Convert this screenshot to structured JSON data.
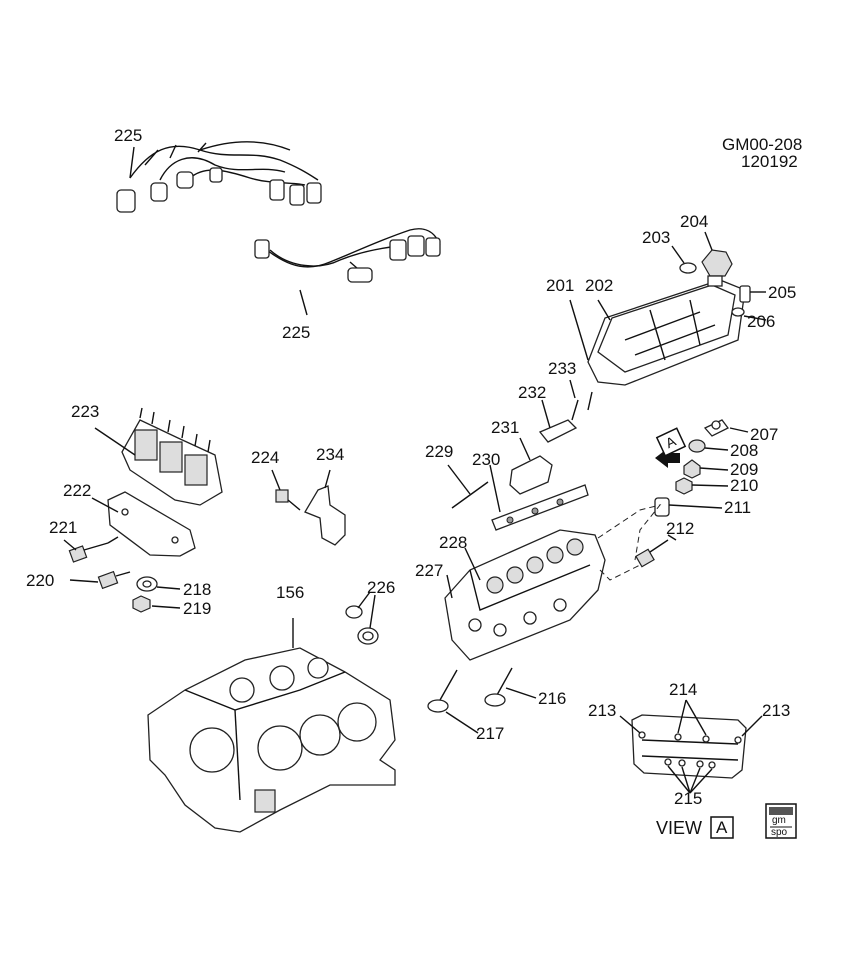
{
  "header": {
    "code": "GM00-208",
    "date": "120192"
  },
  "labels": {
    "l156": "156",
    "l201": "201",
    "l202": "202",
    "l203": "203",
    "l204": "204",
    "l205": "205",
    "l206": "206",
    "l207": "207",
    "l208": "208",
    "l209": "209",
    "l210": "210",
    "l211": "211",
    "l212": "212",
    "l213a": "213",
    "l213b": "213",
    "l214": "214",
    "l215": "215",
    "l216": "216",
    "l217": "217",
    "l218": "218",
    "l219": "219",
    "l220": "220",
    "l221": "221",
    "l222": "222",
    "l223": "223",
    "l224": "224",
    "l225a": "225",
    "l225b": "225",
    "l226": "226",
    "l227": "227",
    "l228": "228",
    "l229": "229",
    "l230": "230",
    "l231": "231",
    "l232": "232",
    "l233": "233",
    "l234": "234"
  },
  "view_label": {
    "text": "VIEW",
    "letter": "A"
  },
  "callout_letter": "A",
  "logo": {
    "line1": "gm",
    "line2": "spo"
  }
}
